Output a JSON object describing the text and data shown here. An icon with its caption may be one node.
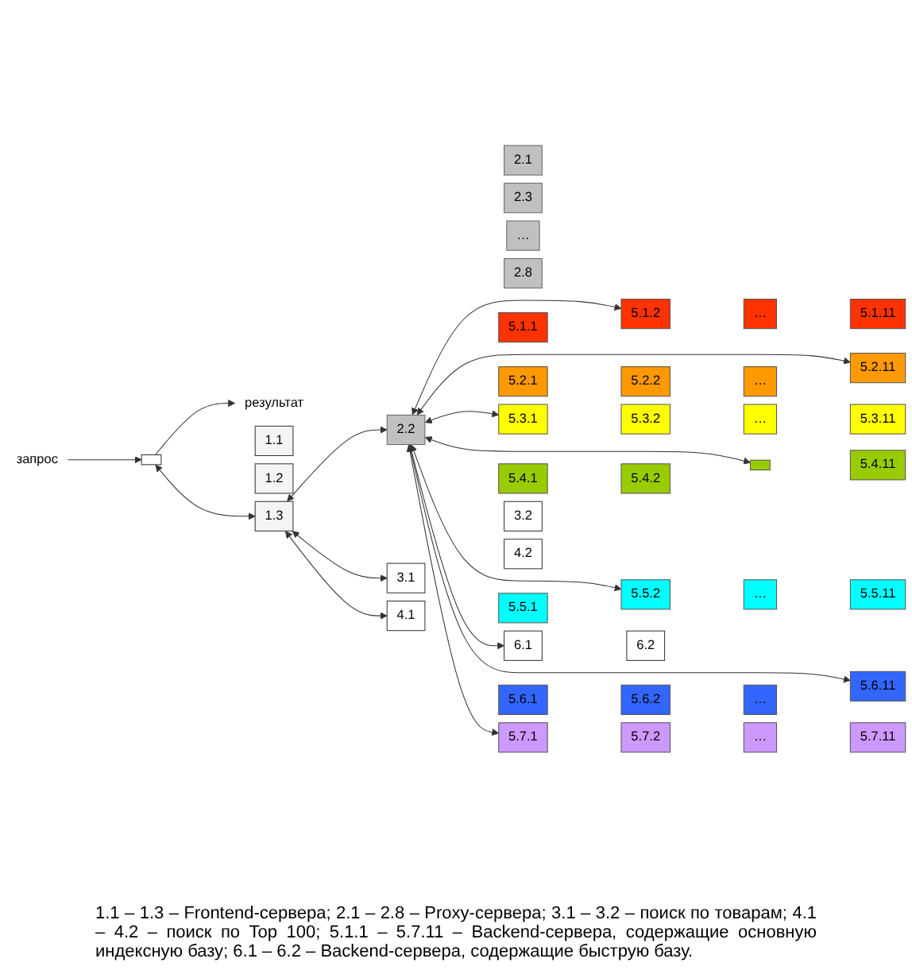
{
  "diagram": {
    "caption": "1.1 – 1.3 – Frontend-сервера; 2.1 – 2.8 – Proxy-сервера; 3.1 – 3.2 – поиск по товарам; 4.1 – 4.2 – поиск по Top 100; 5.1.1 – 5.7.11 – Backend-сервера, содержащие основную индексную базу; 6.1 – 6.2 – Backend-сервера, содержащие быструю базу.",
    "nodes": [
      {
        "text": [
          "запрос"
        ]
      },
      {
        "text": [
          "результат"
        ]
      },
      {
        "text": [],
        "shape": "box"
      },
      {
        "text": [
          "1.1"
        ]
      },
      {
        "text": [
          "1.2"
        ]
      },
      {
        "text": [
          "1.3"
        ]
      },
      {
        "text": [
          "2.1"
        ]
      },
      {
        "text": [
          "2.2"
        ]
      },
      {
        "text": [
          "2.3"
        ]
      },
      {
        "text": [
          "…"
        ]
      },
      {
        "text": [
          "2.8"
        ]
      },
      {
        "text": [
          "5.1.1"
        ]
      },
      {
        "text": [
          "5.1.2"
        ]
      },
      {
        "text": [
          "…"
        ]
      },
      {
        "text": [
          "5.1.11"
        ]
      },
      {
        "text": [
          "5.2.1"
        ]
      },
      {
        "text": [
          "5.2.2"
        ]
      },
      {
        "text": [
          "…"
        ]
      },
      {
        "text": [
          "5.2.11"
        ]
      },
      {
        "text": [
          "5.3.1"
        ]
      },
      {
        "text": [
          "5.3.2"
        ]
      },
      {
        "text": [
          "…"
        ]
      },
      {
        "text": [
          "5.3.11"
        ]
      },
      {
        "text": [
          "5.4.1"
        ]
      },
      {
        "text": [
          "5.4.2"
        ]
      },
      {
        "text": [],
        "shape": "box"
      },
      {
        "text": [
          "5.4.11"
        ]
      },
      {
        "text": [
          "5.5.1"
        ]
      },
      {
        "text": [
          "5.5.2"
        ]
      },
      {
        "text": [
          "…"
        ]
      },
      {
        "text": [
          "5.5.11"
        ]
      },
      {
        "text": [
          "5.6.1"
        ]
      },
      {
        "text": [
          "5.6.2"
        ]
      },
      {
        "text": [
          "…"
        ]
      },
      {
        "text": [
          "5.6.11"
        ]
      },
      {
        "text": [
          "5.7.1"
        ]
      },
      {
        "text": [
          "5.7.2"
        ]
      },
      {
        "text": [
          "…"
        ]
      },
      {
        "text": [
          "5.7.11"
        ]
      },
      {
        "text": [
          "3.1"
        ]
      },
      {
        "text": [
          "3.2"
        ]
      },
      {
        "text": [
          "4.1"
        ]
      },
      {
        "text": [
          "4.2"
        ]
      },
      {
        "text": [
          "6.1"
        ]
      },
      {
        "text": [
          "6.2"
        ]
      }
    ],
    "edges": [
      {
        "from": 0,
        "to": 2,
        "arrow": "to"
      },
      {
        "from": 2,
        "to": 1,
        "arrow": "to"
      },
      {
        "from": 2,
        "to": 5,
        "arrow": "both"
      },
      {
        "from": 5,
        "to": 7,
        "arrow": "both"
      },
      {
        "from": 7,
        "to": 12,
        "arrow": "both"
      },
      {
        "from": 7,
        "to": 18,
        "arrow": "both"
      },
      {
        "from": 7,
        "to": 19,
        "arrow": "both"
      },
      {
        "from": 7,
        "to": 25,
        "arrow": "both"
      },
      {
        "from": 7,
        "to": 28,
        "arrow": "both"
      },
      {
        "from": 7,
        "to": 34,
        "arrow": "both"
      },
      {
        "from": 7,
        "to": 35,
        "arrow": "both"
      },
      {
        "from": 7,
        "to": 43,
        "arrow": "both"
      },
      {
        "from": 5,
        "to": 39,
        "arrow": "both"
      },
      {
        "from": 5,
        "to": 41,
        "arrow": "both"
      }
    ]
  }
}
